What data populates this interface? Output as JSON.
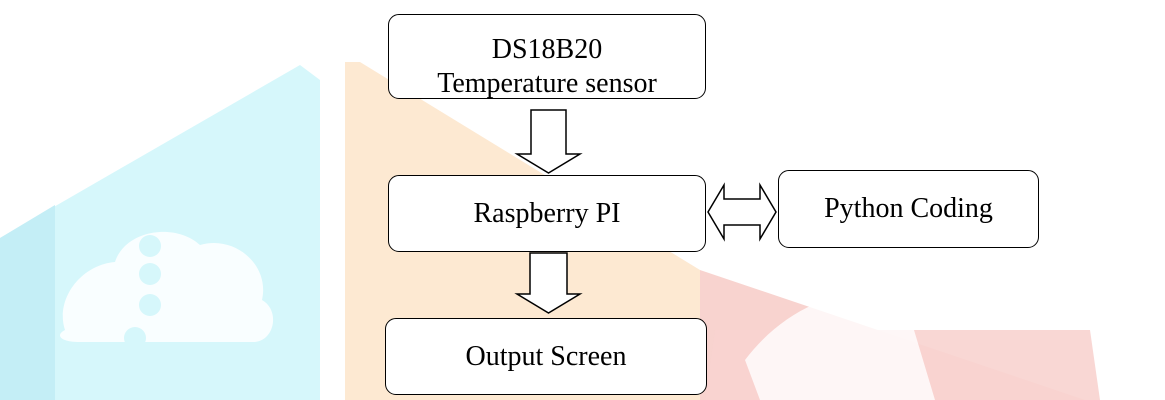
{
  "diagram": {
    "nodes": {
      "sensor": {
        "line1": "DS18B20",
        "line2": "Temperature sensor"
      },
      "rpi": {
        "label": "Raspberry PI"
      },
      "python": {
        "label": "Python Coding"
      },
      "output": {
        "label": "Output Screen"
      }
    },
    "edges": [
      {
        "from": "sensor",
        "to": "rpi",
        "style": "hollow-block-arrow",
        "direction": "down"
      },
      {
        "from": "rpi",
        "to": "output",
        "style": "hollow-block-arrow",
        "direction": "down"
      },
      {
        "from": "rpi",
        "to": "python",
        "style": "hollow-double-arrow",
        "direction": "both"
      }
    ]
  },
  "colors": {
    "watermark_cyan": "#d6f7fb",
    "watermark_cyan_dark": "#c4eef6",
    "watermark_orange": "#fde9d2",
    "watermark_red": "#f8d3cf",
    "stroke": "#000000"
  }
}
